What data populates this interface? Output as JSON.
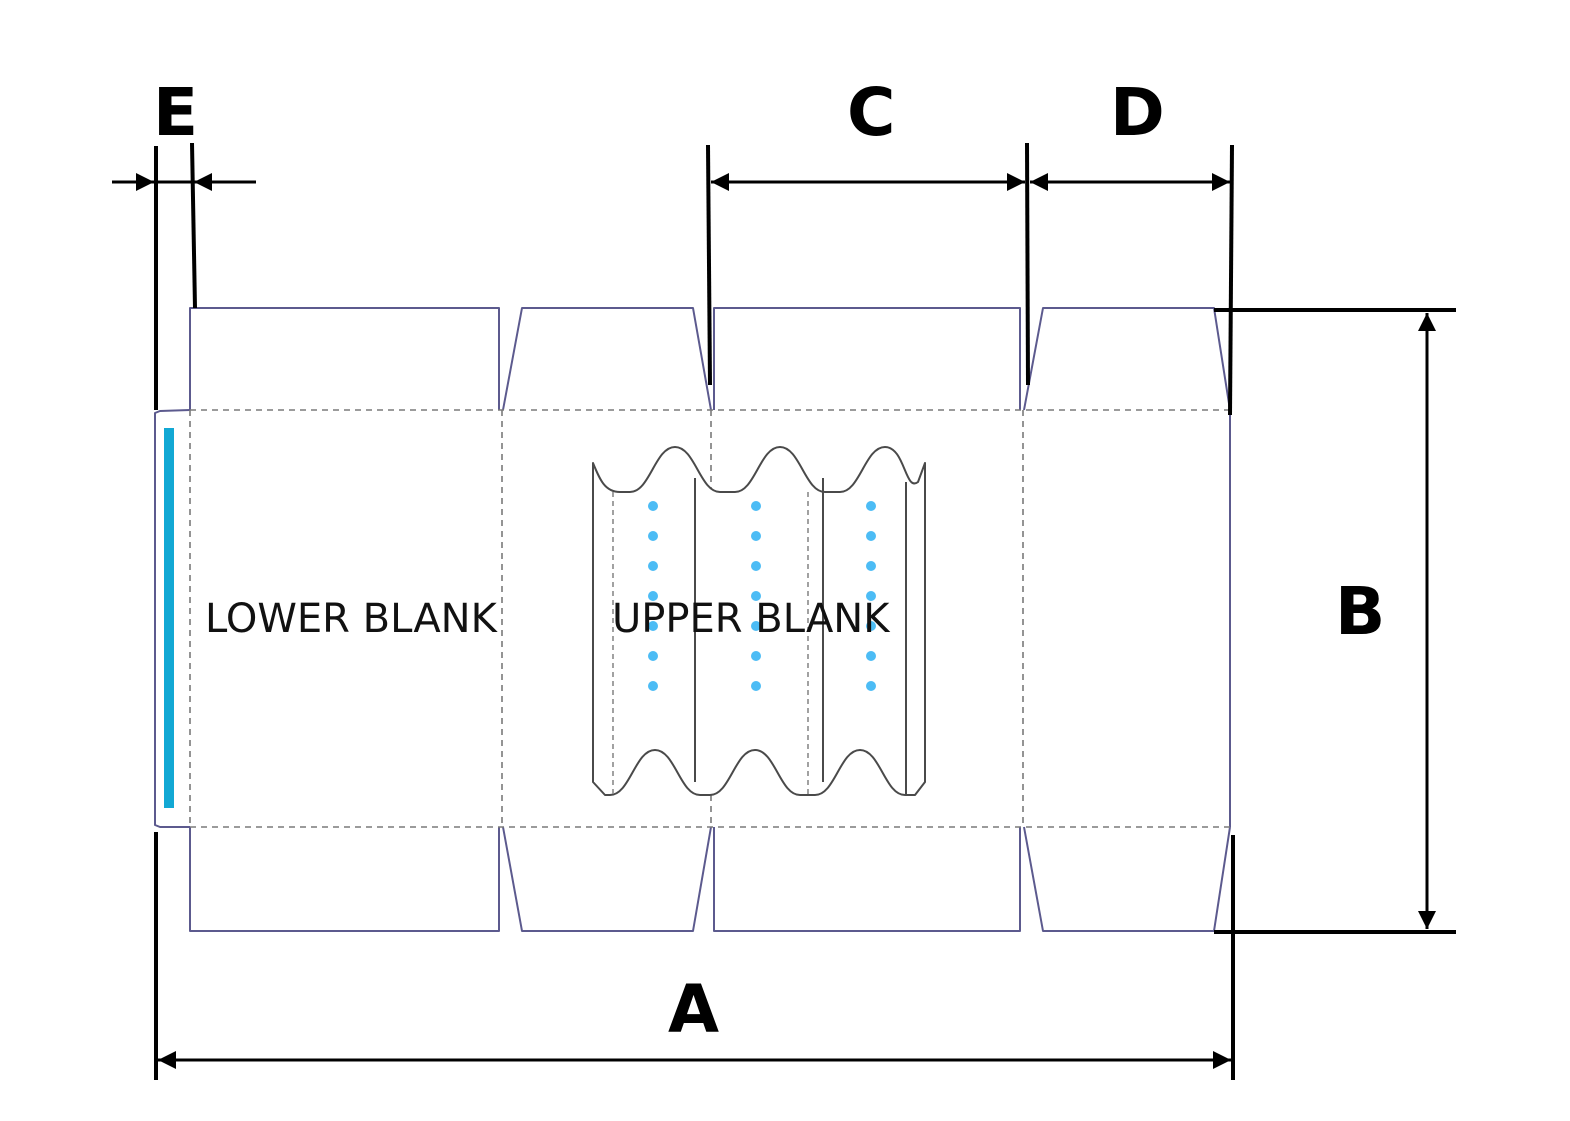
{
  "diagram": {
    "title": "Folding carton dieline with corrugated insert",
    "panels": {
      "lower_blank_label": "LOWER BLANK",
      "upper_blank_label": "UPPER BLANK"
    },
    "dimensions": {
      "A": {
        "label": "A",
        "meaning": "overall blank width"
      },
      "B": {
        "label": "B",
        "meaning": "overall blank height"
      },
      "C": {
        "label": "C",
        "meaning": "wide panel width"
      },
      "D": {
        "label": "D",
        "meaning": "narrow panel width"
      },
      "E": {
        "label": "E",
        "meaning": "glue flap width"
      }
    },
    "glue_strip_color": "#12a8d4",
    "dot_color": "#4cbcf5",
    "cut_line_color": "#5c5a8e",
    "dot_columns": 3,
    "dots_per_column": 7
  }
}
